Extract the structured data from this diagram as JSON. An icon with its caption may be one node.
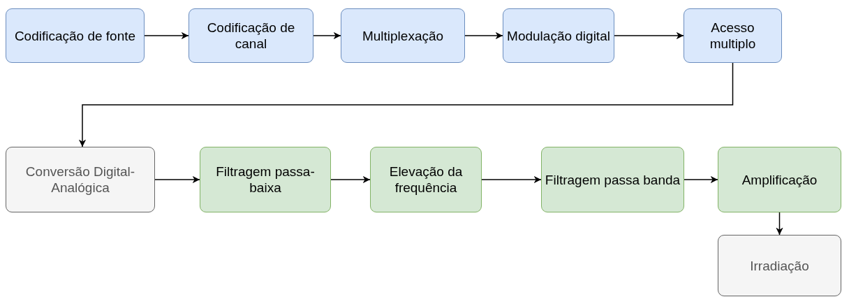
{
  "diagram": {
    "nodes": [
      {
        "text": [
          "Codificação de fonte"
        ]
      },
      {
        "text": [
          "Codificação de canal"
        ]
      },
      {
        "text": [
          "Multiplexação"
        ]
      },
      {
        "text": [
          "Modulação digital"
        ]
      },
      {
        "text": [
          "Acesso multiplo"
        ]
      },
      {
        "text": [
          "Conversão Digital-Analógica"
        ]
      },
      {
        "text": [
          "Filtragem passa-baixa"
        ]
      },
      {
        "text": [
          "Elevação da frequência"
        ]
      },
      {
        "text": [
          "Filtragem passa banda"
        ]
      },
      {
        "text": [
          "Amplificação"
        ]
      },
      {
        "text": [
          "Irradiação"
        ]
      }
    ],
    "edges": [
      {
        "from": 0,
        "to": 1,
        "arrow": "to"
      },
      {
        "from": 1,
        "to": 2,
        "arrow": "to"
      },
      {
        "from": 2,
        "to": 3,
        "arrow": "to"
      },
      {
        "from": 3,
        "to": 4,
        "arrow": "to"
      },
      {
        "from": 4,
        "to": 5,
        "arrow": "to"
      },
      {
        "from": 5,
        "to": 6,
        "arrow": "to"
      },
      {
        "from": 6,
        "to": 7,
        "arrow": "to"
      },
      {
        "from": 7,
        "to": 8,
        "arrow": "to"
      },
      {
        "from": 8,
        "to": 9,
        "arrow": "to"
      },
      {
        "from": 9,
        "to": 10,
        "arrow": "to"
      }
    ]
  }
}
